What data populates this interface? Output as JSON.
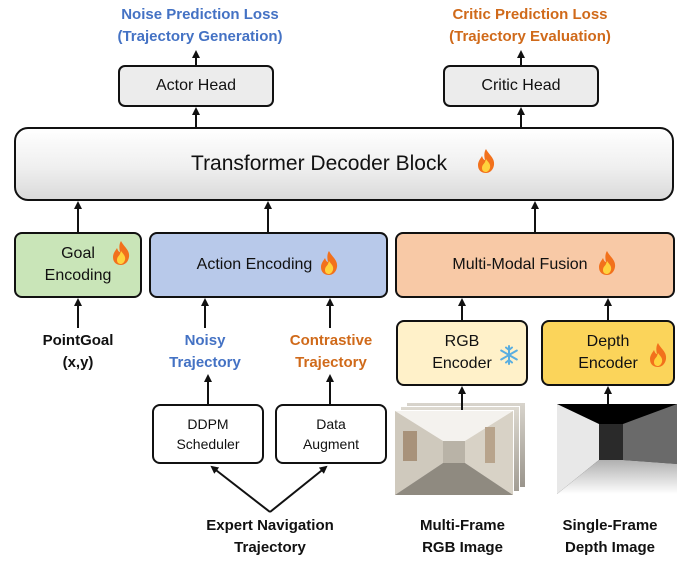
{
  "top_labels": {
    "actor_loss_line1": "Noise Prediction Loss",
    "actor_loss_line2": "(Trajectory Generation)",
    "critic_loss_line1": "Critic Prediction Loss",
    "critic_loss_line2": "(Trajectory Evaluation)"
  },
  "heads": {
    "actor": "Actor Head",
    "critic": "Critic Head"
  },
  "decoder": {
    "label": "Transformer Decoder Block"
  },
  "encodings": {
    "goal_line1": "Goal",
    "goal_line2": "Encoding",
    "action": "Action Encoding",
    "fusion": "Multi-Modal Fusion"
  },
  "inputs": {
    "pointgoal_line1": "PointGoal",
    "pointgoal_line2": "(x,y)",
    "noisy_line1": "Noisy",
    "noisy_line2": "Trajectory",
    "contrastive_line1": "Contrastive",
    "contrastive_line2": "Trajectory"
  },
  "encoders": {
    "rgb_line1": "RGB",
    "rgb_line2": "Encoder",
    "depth_line1": "Depth",
    "depth_line2": "Encoder"
  },
  "modules": {
    "ddpm_line1": "DDPM",
    "ddpm_line2": "Scheduler",
    "augment_line1": "Data",
    "augment_line2": "Augment"
  },
  "bottom_labels": {
    "expert_line1": "Expert Navigation",
    "expert_line2": "Trajectory",
    "rgb_img_line1": "Multi-Frame",
    "rgb_img_line2": "RGB Image",
    "depth_img_line1": "Single-Frame",
    "depth_img_line2": "Depth Image"
  },
  "colors": {
    "blue_text": "#4472c4",
    "orange_text": "#d06a1a",
    "goal_fill": "#c9e5b8",
    "action_fill": "#b8c9ea",
    "fusion_fill": "#f8c9a6",
    "rgb_fill": "#fff1c9",
    "depth_fill": "#fbd45a",
    "head_fill": "#ececec"
  },
  "icons": {
    "trainable": "flame-icon",
    "frozen": "snowflake-icon"
  }
}
